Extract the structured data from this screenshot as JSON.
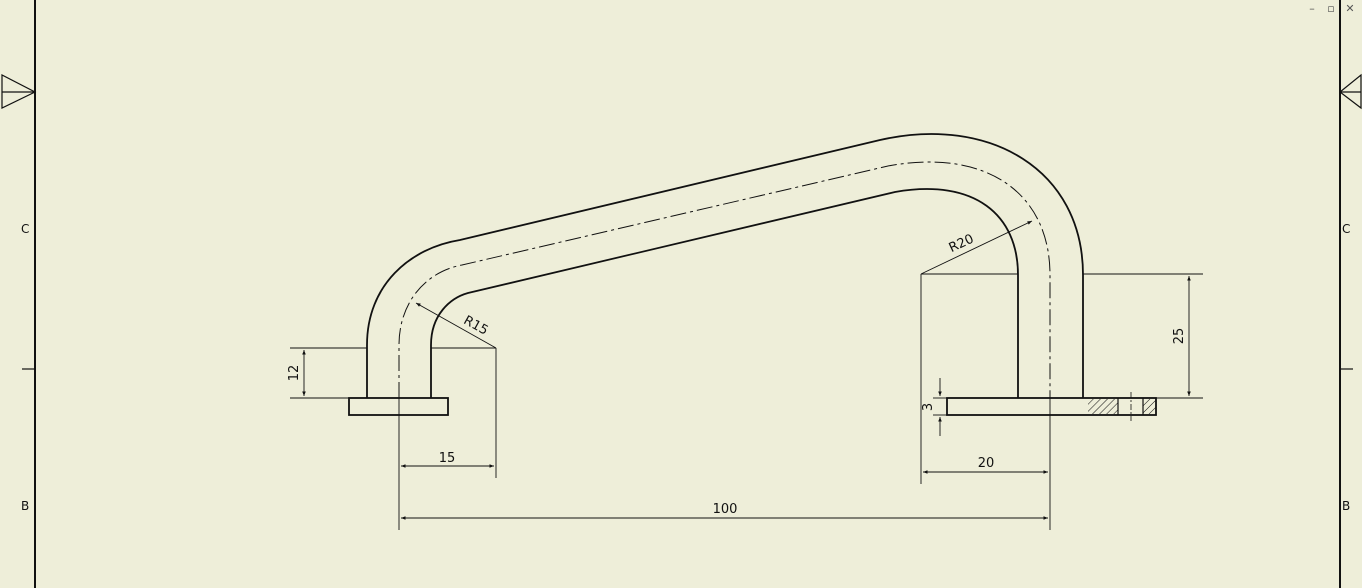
{
  "window_controls": {
    "minimize": "–",
    "restore": "▫",
    "close": "✕"
  },
  "zone_labels": {
    "left_upper": "C",
    "left_lower": "B",
    "right_upper": "C",
    "right_lower": "B"
  },
  "dimensions": {
    "left_pipe_height": "12",
    "left_offset": "15",
    "left_bend_radius": "R15",
    "right_bend_radius": "R20",
    "right_height": "25",
    "flange_thickness": "3",
    "right_offset": "20",
    "overall_length": "100"
  },
  "colors": {
    "background": "#eeeed9",
    "line": "#111111"
  }
}
